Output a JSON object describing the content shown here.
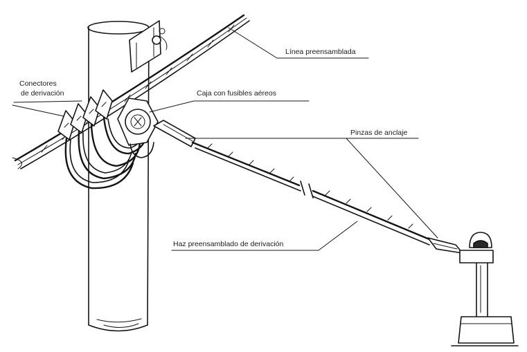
{
  "labels": {
    "linea": "Línea preensamblada",
    "conectores_line1": "Conectores",
    "conectores_line2": "de derivación",
    "caja": "Caja con fusibles aéreos",
    "pinzas": "Pinzas de anclaje",
    "haz": "Haz preensamblado de derivación"
  }
}
